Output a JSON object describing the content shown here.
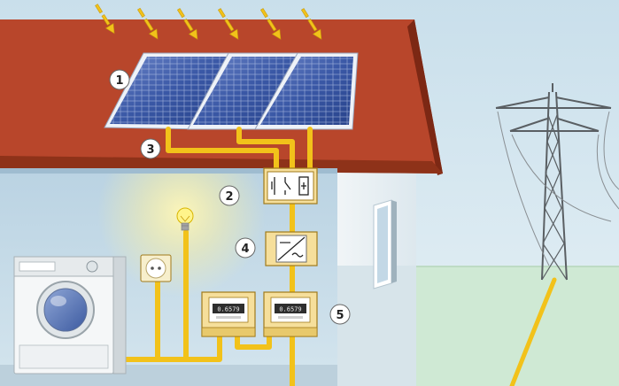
{
  "colors": {
    "sky_top": "#c9dfeb",
    "sky_bottom": "#e4f0f6",
    "grass": "#c9e6cf",
    "roof": "#b5452a",
    "roof_shadow": "#7f2a18",
    "wall_front": "#c6dbe8",
    "wall_side": "#e7eef2",
    "wire": "#f2c21a",
    "panel": "#3a5aa8",
    "panel_frame": "#e9eef6",
    "box_fill": "#f6df9b",
    "box_stroke": "#a07a1a",
    "pylon": "#555a5e"
  },
  "labels": {
    "panels": "1",
    "junction_box": "2",
    "roof_cable": "3",
    "inverter": "4",
    "meters": "5"
  },
  "meters": {
    "left_reading": "0.6579",
    "right_reading": "0.6579"
  },
  "icons": {
    "sun_rays": "sun-rays-icon",
    "light_bulb": "light-bulb-icon",
    "socket": "power-socket-icon",
    "washing_machine": "washing-machine-icon",
    "inverter": "inverter-icon",
    "switch": "switch-icon",
    "pylon": "power-pylon-icon"
  }
}
